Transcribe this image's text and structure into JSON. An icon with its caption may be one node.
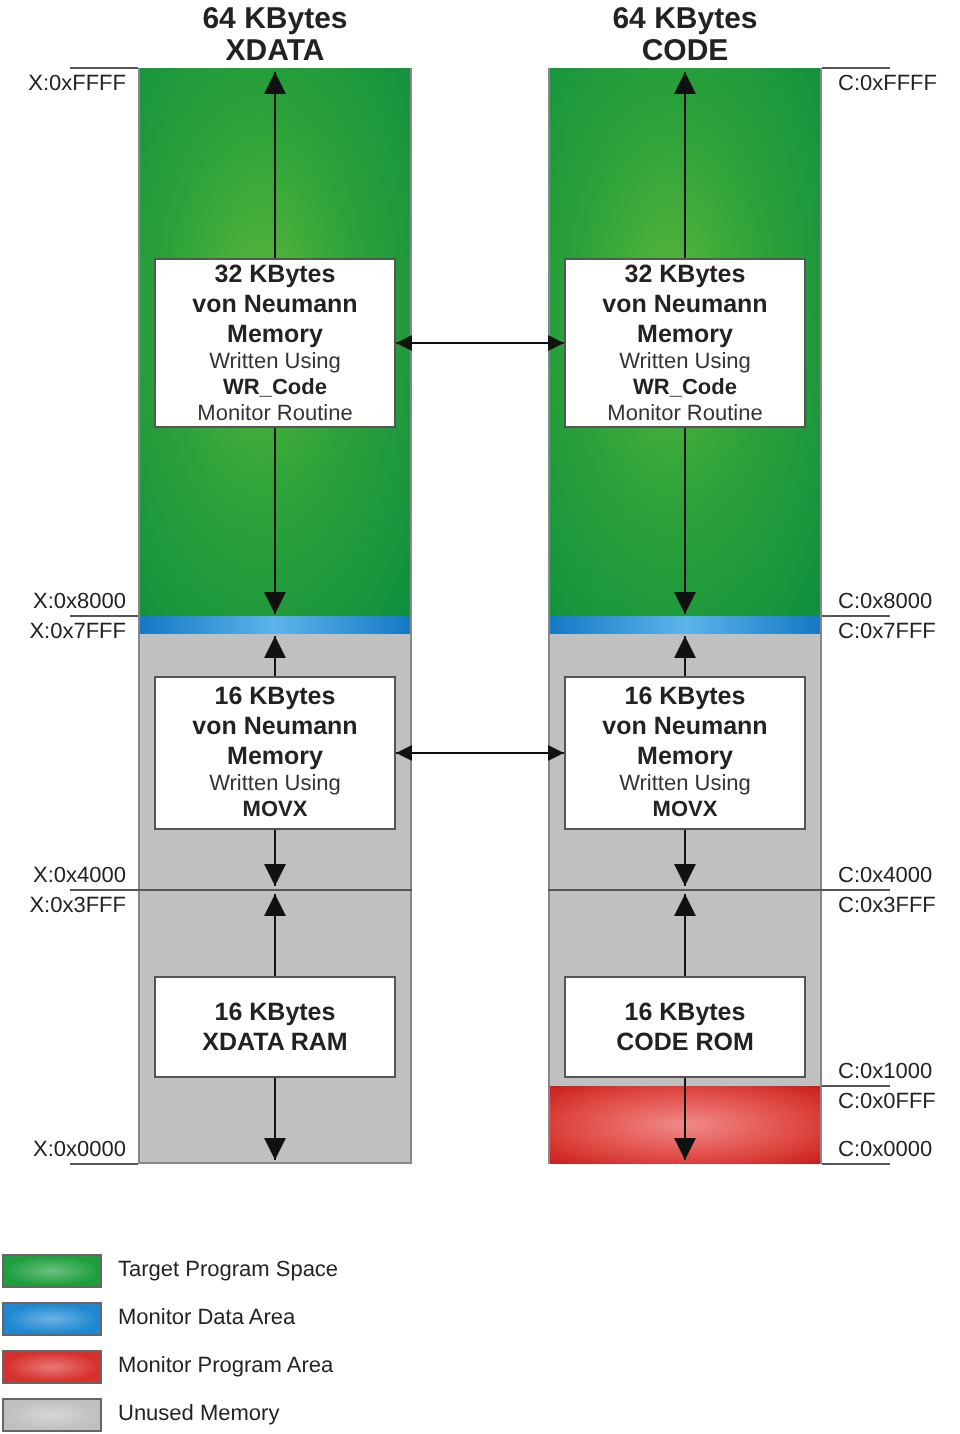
{
  "diagram": {
    "nodes": [
      {
        "text": [
          "64 KBytes XDATA"
        ]
      },
      {
        "text": [
          "64 KBytes CODE"
        ]
      },
      {
        "text": [
          "32 KBytes von Neumann Memory",
          "Written Using **WR_Code** Monitor Routine"
        ],
        "in": 0
      },
      {
        "text": [
          "32 KBytes von Neumann Memory",
          "Written Using **WR_Code** Monitor Routine"
        ],
        "in": 1
      },
      {
        "text": [
          "16 KBytes von Neumann Memory",
          "Written Using **MOVX**"
        ],
        "in": 0
      },
      {
        "text": [
          "16 KBytes von Neumann Memory",
          "Written Using **MOVX**"
        ],
        "in": 1
      },
      {
        "text": [
          "16 KBytes XDATA RAM"
        ],
        "in": 0
      },
      {
        "text": [
          "16 KBytes CODE ROM"
        ],
        "in": 1
      }
    ],
    "edges": [
      {
        "from": 2,
        "to": 3,
        "arrow": "both"
      },
      {
        "from": 4,
        "to": 5,
        "arrow": "both"
      },
      {
        "from": 2,
        "to": null,
        "arrow": "to"
      },
      {
        "from": 2,
        "to": null,
        "arrow": "to"
      },
      {
        "from": 3,
        "to": null,
        "arrow": "to"
      },
      {
        "from": 3,
        "to": null,
        "arrow": "to"
      },
      {
        "from": 4,
        "to": null,
        "arrow": "to"
      },
      {
        "from": 4,
        "to": null,
        "arrow": "to"
      },
      {
        "from": 5,
        "to": null,
        "arrow": "to"
      },
      {
        "from": 5,
        "to": null,
        "arrow": "to"
      },
      {
        "from": 6,
        "to": null,
        "arrow": "to"
      },
      {
        "from": 6,
        "to": null,
        "arrow": "to"
      },
      {
        "from": 7,
        "to": null,
        "arrow": "to"
      },
      {
        "from": 7,
        "to": null,
        "arrow": "to"
      }
    ],
    "labels": [
      "X:0xFFFF",
      "C:0xFFFF",
      "X:0x8000",
      "C:0x8000",
      "X:0x7FFF",
      "C:0x7FFF",
      "X:0x4000",
      "C:0x4000",
      "X:0x3FFF",
      "C:0x3FFF",
      "C:0x1000",
      "C:0x0FFF",
      "X:0x0000",
      "C:0x0000"
    ],
    "legend": [
      {
        "text": "Target Program Space",
        "color": "#1e9e3c"
      },
      {
        "text": "Monitor Data Area",
        "color": "#1e88d2"
      },
      {
        "text": "Monitor Program Area",
        "color": "#d8302c"
      },
      {
        "text": "Unused Memory",
        "color": "#c0c0c0"
      }
    ]
  }
}
